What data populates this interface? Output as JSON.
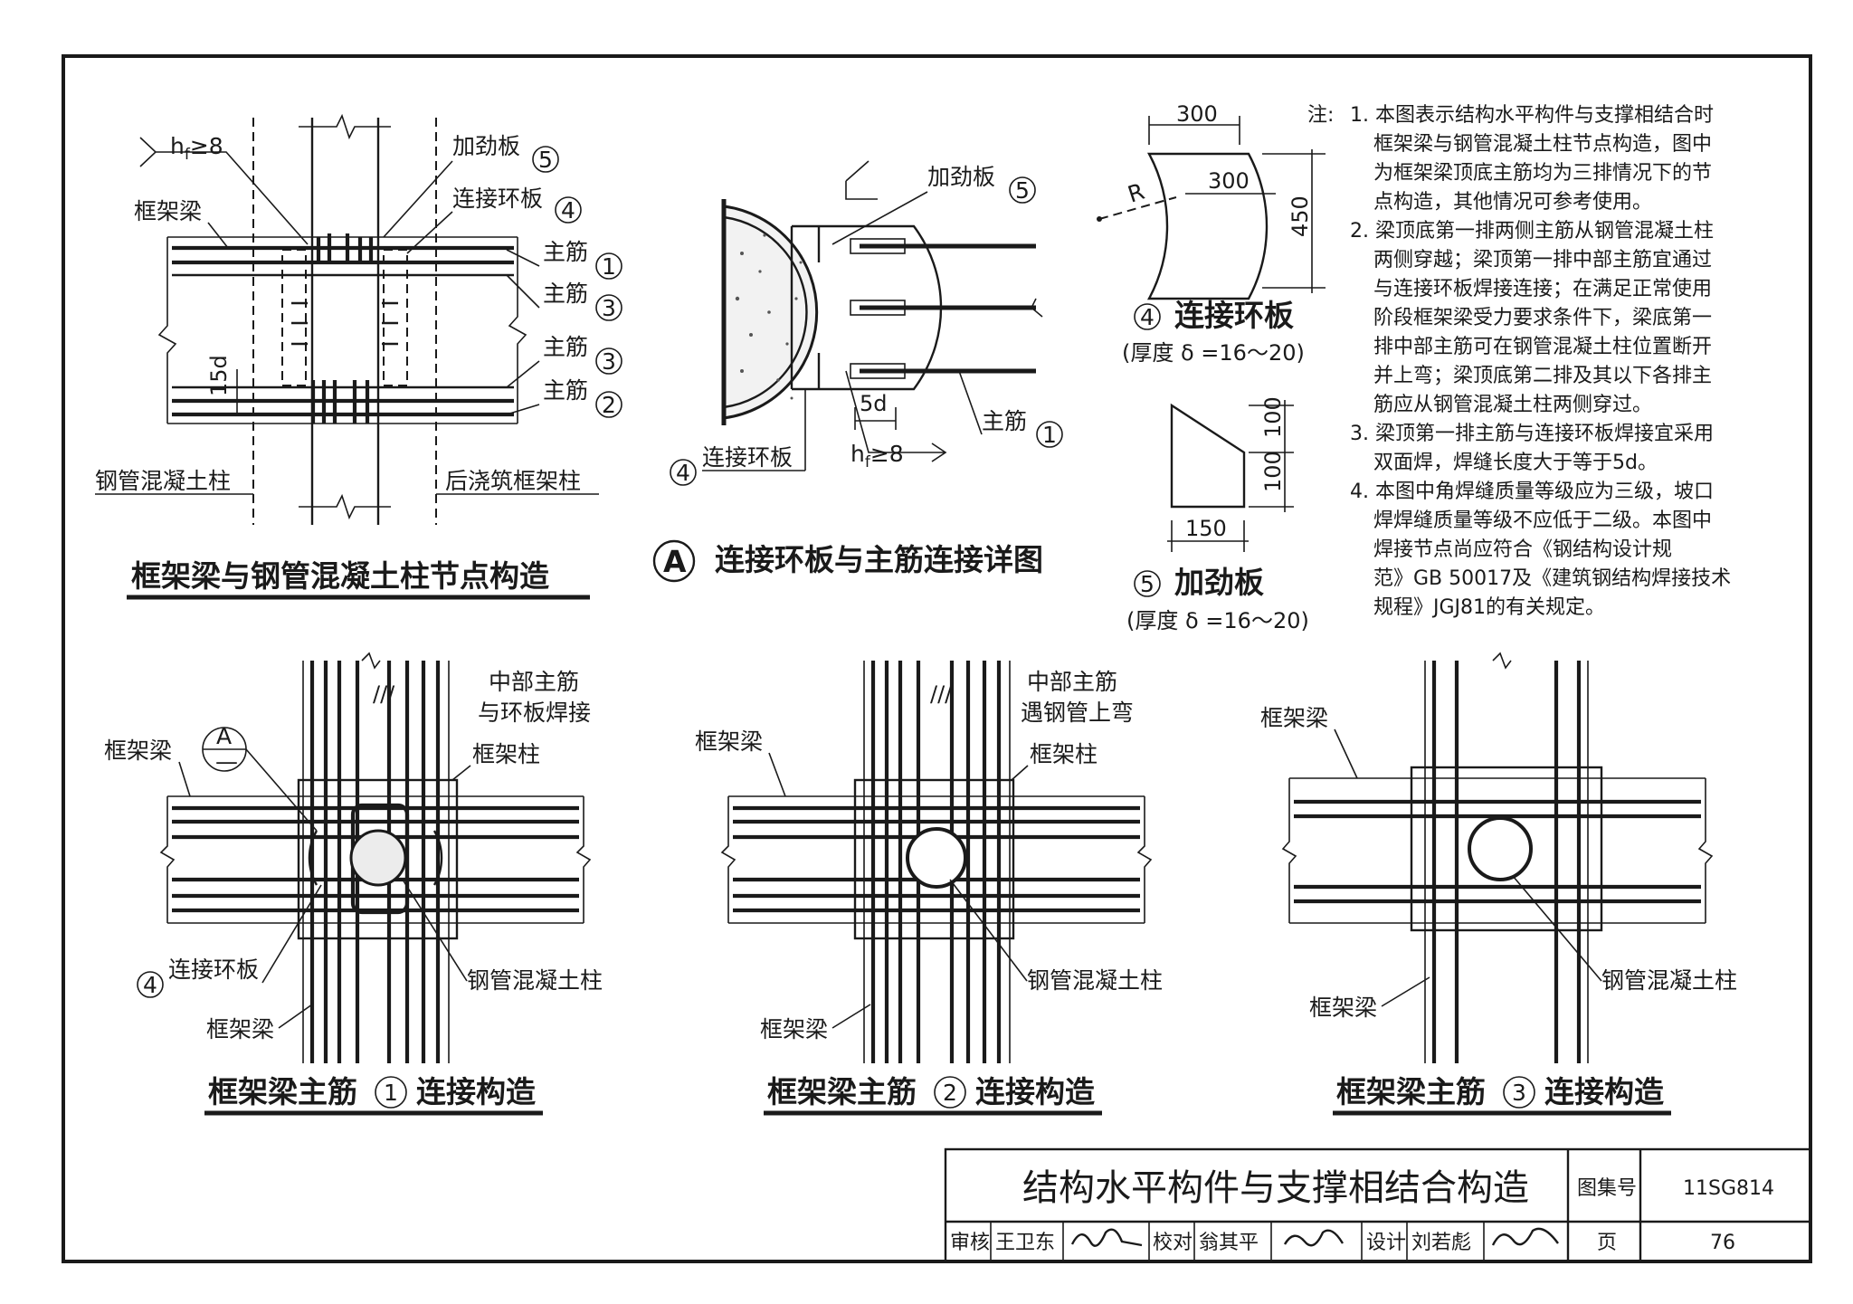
{
  "drawing_1": {
    "caption": "框架梁与钢管混凝土柱节点构造",
    "weld": "h",
    "weld_sub": "f",
    "weld_rest": "≥8",
    "beam": "框架梁",
    "stiffener": "加劲板",
    "stiffener_num": "5",
    "ring": "连接环板",
    "ring_num": "4",
    "rebar": "主筋",
    "rebar_nums": [
      "1",
      "3",
      "3",
      "2"
    ],
    "dim_15d": "15d",
    "cfst_col": "钢管混凝土柱",
    "cast_col": "后浇筑框架柱"
  },
  "detail_a": {
    "letter": "A",
    "caption": "连接环板与主筋连接详图",
    "stiffener": "加劲板",
    "stiffener_num": "5",
    "dim_5d": "5d",
    "weld": "h",
    "weld_sub": "f",
    "weld_rest": "≥8",
    "rebar": "主筋",
    "rebar_num": "1",
    "ring": "连接环板",
    "ring_num": "4"
  },
  "part_4": {
    "num": "4",
    "name": "连接环板",
    "thickness": "(厚度 δ =16～20)",
    "dim_top": "300",
    "dim_mid": "300",
    "dim_h": "450",
    "radius": "R"
  },
  "part_5": {
    "num": "5",
    "name": "加劲板",
    "thickness": "(厚度 δ =16～20)",
    "dim_h1": "100",
    "dim_h2": "100",
    "dim_w": "150"
  },
  "notes": {
    "title": "注:",
    "lines": [
      "1.  本图表示结构水平构件与支撑相结合时",
      "框架梁与钢管混凝土柱节点构造，图中",
      "为框架梁顶底主筋均为三排情况下的节",
      "点构造，其他情况可参考使用。",
      "2.  梁顶底第一排两侧主筋从钢管混凝土柱",
      "两侧穿越；梁顶第一排中部主筋宜通过",
      "与连接环板焊接连接；在满足正常使用",
      "阶段框架梁受力要求条件下，梁底第一",
      "排中部主筋可在钢管混凝土柱位置断开",
      "并上弯；梁顶底第二排及其以下各排主",
      "筋应从钢管混凝土柱两侧穿过。",
      "3.  梁顶第一排主筋与连接环板焊接宜采用",
      "双面焊，焊缝长度大于等于5d。",
      "4.  本图中角焊缝质量等级应为三级，坡口",
      "焊焊缝质量等级不应低于二级。本图中",
      "焊接节点尚应符合《钢结构设计规",
      "范》GB 50017及《建筑钢结构焊接技术",
      "规程》JGJ81的有关规定。"
    ]
  },
  "plan_1": {
    "caption_pre": "框架梁主筋",
    "num": "1",
    "caption_post": "连接构造",
    "weld_note_1": "中部主筋",
    "weld_note_2": "与环板焊接",
    "beam_top": "框架梁",
    "column": "框架柱",
    "ring": "连接环板",
    "ring_num": "4",
    "cfst": "钢管混凝土柱",
    "beam_bottom": "框架梁",
    "ref_top": "A",
    "ref_bottom": "—"
  },
  "plan_2": {
    "caption_pre": "框架梁主筋",
    "num": "2",
    "caption_post": "连接构造",
    "note_1": "中部主筋",
    "note_2": "遇钢管上弯",
    "beam_top": "框架梁",
    "column": "框架柱",
    "cfst": "钢管混凝土柱",
    "beam_bottom": "框架梁"
  },
  "plan_3": {
    "caption_pre": "框架梁主筋",
    "num": "3",
    "caption_post": "连接构造",
    "beam_top": "框架梁",
    "cfst": "钢管混凝土柱",
    "beam_bottom": "框架梁"
  },
  "title_block": {
    "title": "结构水平构件与支撑相结合构造",
    "atlas_label": "图集号",
    "atlas_no": "11SG814",
    "page_label": "页",
    "page_no": "76",
    "review_label": "审核",
    "reviewer": "王卫东",
    "check_label": "校对",
    "checker": "翁其平",
    "design_label": "设计",
    "designer": "刘若彪"
  }
}
